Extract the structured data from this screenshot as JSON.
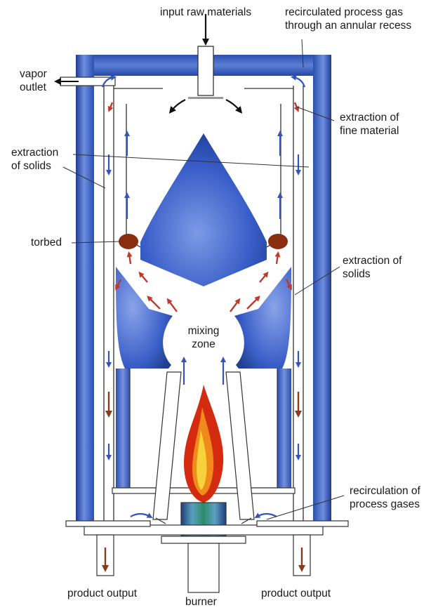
{
  "diagram": {
    "labels": {
      "input_raw_materials": "input raw materials",
      "recirculated_gas": [
        "recirculated process gas",
        "through an annular recess"
      ],
      "vapor_outlet": [
        "vapor",
        "outlet"
      ],
      "extraction_fine": [
        "extraction of",
        "fine material"
      ],
      "extraction_solids_left": [
        "extraction",
        "of solids"
      ],
      "torbed": "torbed",
      "extraction_solids_right": [
        "extraction of",
        "solids"
      ],
      "mixing_zone": [
        "mixing",
        "zone"
      ],
      "recirculation_gases": [
        "recirculation of",
        "process gases"
      ],
      "product_output_left": "product output",
      "product_output_right": "product output",
      "burner": "burner"
    },
    "colors": {
      "shell_blue": "#2a4fb0",
      "cone_blue": "#3a5fc8",
      "flow_blue": "#3355bb",
      "flow_red": "#c0392b",
      "product_brown": "#8b3a1a",
      "flame_red": "#d42a10",
      "flame_orange": "#f08a1a",
      "flame_yellow": "#f7d23a",
      "torbed_brown": "#8a2e10"
    }
  }
}
